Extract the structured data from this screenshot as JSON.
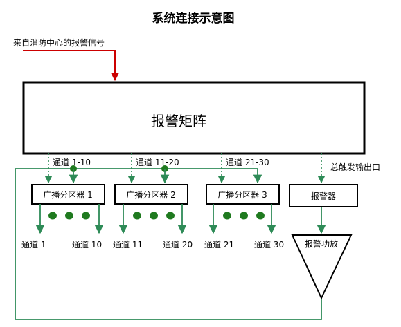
{
  "title": "系统连接示意图",
  "input_signal": "来自消防中心的报警信号",
  "matrix_label": "报警矩阵",
  "zones": [
    {
      "top_label": "通道 1-10",
      "box_label": "广播分区器 1",
      "out_left": "通道 1",
      "out_right": "通道 10"
    },
    {
      "top_label": "通道 11-20",
      "box_label": "广播分区器 2",
      "out_left": "通道 11",
      "out_right": "通道 20"
    },
    {
      "top_label": "通道 21-30",
      "box_label": "广播分区器 3",
      "out_left": "通道 21",
      "out_right": "通道 30"
    }
  ],
  "trigger_output": "总触发输出口",
  "alarm_label": "报警器",
  "amplifier_label": "报警功放",
  "colors": {
    "line": "#2e8b57",
    "signal": "#cc0000",
    "dot": "#1f7a1f"
  }
}
